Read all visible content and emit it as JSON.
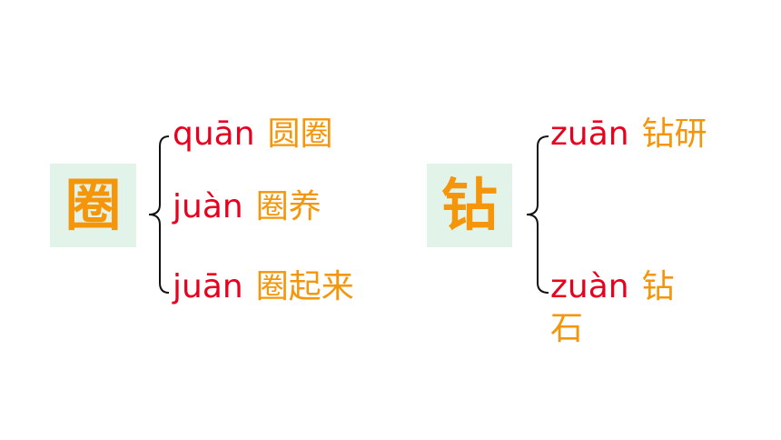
{
  "groups": [
    {
      "character": "圈",
      "readings": [
        {
          "pinyin": "quān",
          "word": "圆圈"
        },
        {
          "pinyin": "juàn",
          "word": "圈养"
        },
        {
          "pinyin": "juān",
          "word": "圈起来"
        }
      ]
    },
    {
      "character": "钻",
      "readings": [
        {
          "pinyin": "zuān",
          "word": "钻研"
        },
        {
          "pinyin": "zuàn",
          "word": "钻",
          "word_continued": "石"
        }
      ]
    }
  ],
  "colors": {
    "pinyin": "#e8001e",
    "word": "#f5960a",
    "char_box": "#e2f4ea"
  }
}
